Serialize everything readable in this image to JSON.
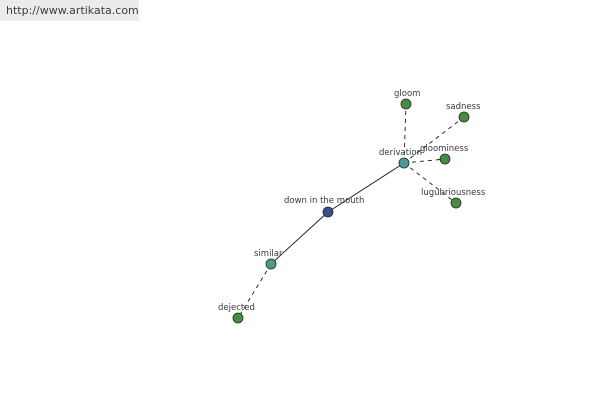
{
  "source_url": "http://www.artikata.com",
  "colors": {
    "center_node": "#3b4d8f",
    "relation_node": "#4a9a92",
    "term_node": "#4b8a44"
  },
  "graph": {
    "nodes": [
      {
        "id": "down-in-the-mouth",
        "label": "down in the mouth",
        "kind": "center"
      },
      {
        "id": "derivation",
        "label": "derivation",
        "kind": "relation"
      },
      {
        "id": "similar",
        "label": "similar",
        "kind": "relation"
      },
      {
        "id": "gloom",
        "label": "gloom",
        "kind": "term"
      },
      {
        "id": "sadness",
        "label": "sadness",
        "kind": "term"
      },
      {
        "id": "gloominess",
        "label": "gloominess",
        "kind": "term"
      },
      {
        "id": "lugubriousness",
        "label": "lugubriousness",
        "kind": "term"
      },
      {
        "id": "dejected",
        "label": "dejected",
        "kind": "term"
      }
    ],
    "edges": [
      {
        "from": "down-in-the-mouth",
        "to": "derivation",
        "style": "solid"
      },
      {
        "from": "down-in-the-mouth",
        "to": "similar",
        "style": "solid"
      },
      {
        "from": "derivation",
        "to": "gloom",
        "style": "dashed"
      },
      {
        "from": "derivation",
        "to": "sadness",
        "style": "dashed"
      },
      {
        "from": "derivation",
        "to": "gloominess",
        "style": "dashed"
      },
      {
        "from": "derivation",
        "to": "lugubriousness",
        "style": "dashed"
      },
      {
        "from": "similar",
        "to": "dejected",
        "style": "dashed"
      }
    ]
  }
}
